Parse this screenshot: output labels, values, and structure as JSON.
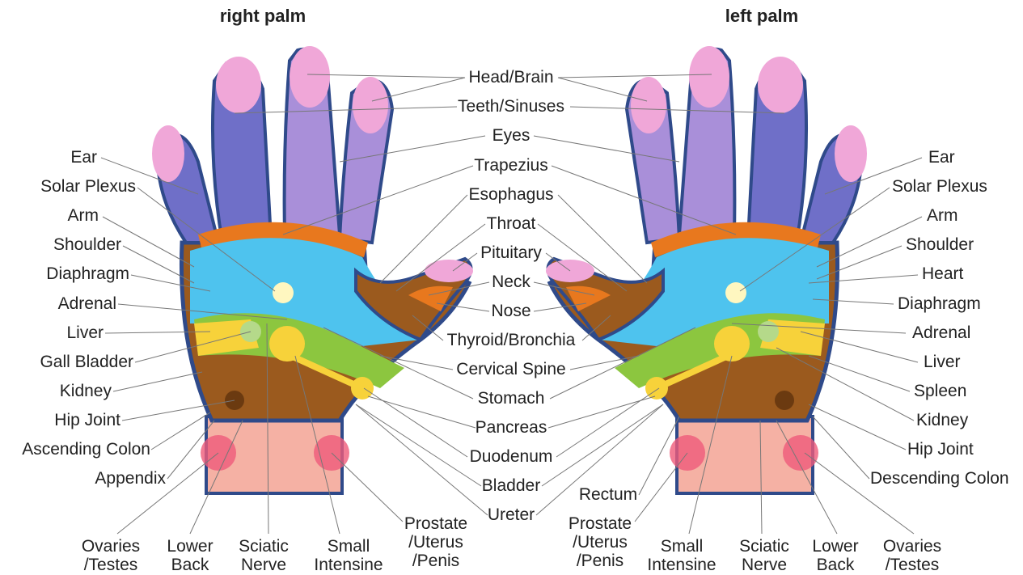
{
  "titles": {
    "right": "right palm",
    "left": "left palm"
  },
  "labels": {
    "center": [
      "Head/Brain",
      "Teeth/Sinuses",
      "Eyes",
      "Trapezius",
      "Esophagus",
      "Throat",
      "Pituitary",
      "Neck",
      "Nose",
      "Thyroid/Bronchia",
      "Cervical Spine",
      "Stomach",
      "Pancreas",
      "Duodenum",
      "Bladder",
      "Ureter"
    ],
    "right_side_left": [
      "Ear",
      "Solar Plexus",
      "Arm",
      "Shoulder",
      "Diaphragm",
      "Adrenal",
      "Liver",
      "Gall Bladder",
      "Kidney",
      "Hip Joint",
      "Ascending Colon",
      "Appendix"
    ],
    "left_side_right": [
      "Ear",
      "Solar Plexus",
      "Arm",
      "Shoulder",
      "Heart",
      "Diaphragm",
      "Adrenal",
      "Liver",
      "Spleen",
      "Kidney",
      "Hip Joint",
      "Descending Colon"
    ],
    "rectum": "Rectum",
    "bottom_right_palm": [
      "Ovaries\n/Testes",
      "Lower\nBack",
      "Sciatic\nNerve",
      "Small\nIntensine",
      "Prostate\n/Uterus\n/Penis"
    ],
    "bottom_left_palm": [
      "Prostate\n/Uterus\n/Penis",
      "Small\nIntensine",
      "Sciatic\nNerve",
      "Lower\nBack",
      "Ovaries\n/Testes"
    ]
  },
  "colors": {
    "outline": "#2f4a8a",
    "finger_purple": "#a98fd9",
    "finger_blue": "#6f6fc8",
    "tip_pink": "#f0a7d8",
    "orange": "#e8781e",
    "cyan": "#4ec3ee",
    "green": "#8cc63f",
    "yellow": "#f7d23a",
    "brown": "#9b5a1e",
    "wrist_pink": "#f5b1a4",
    "spot_red": "#ef5b7a"
  }
}
